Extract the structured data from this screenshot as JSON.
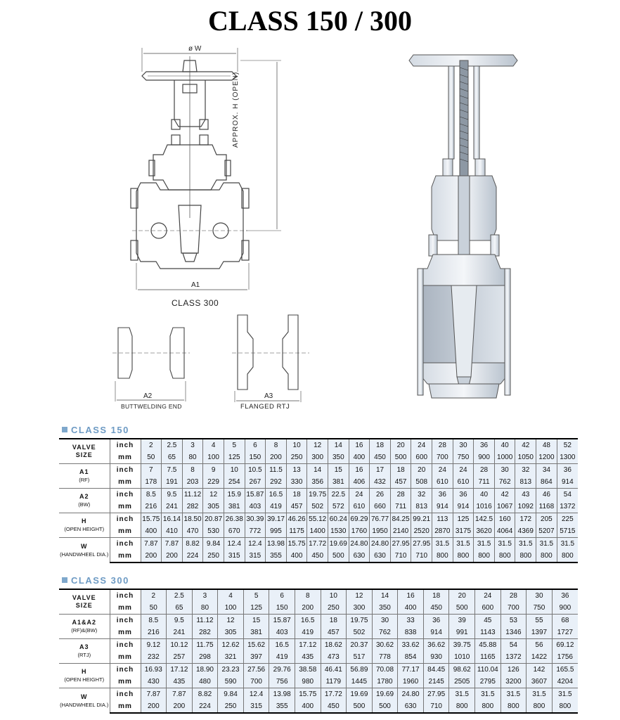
{
  "title": "CLASS 150 / 300",
  "drawing": {
    "dim_w": "ø W",
    "dim_h": "APPROX. H (OPEN)",
    "dim_a1": "A1",
    "caption_class300": "CLASS 300",
    "dim_a2": "A2",
    "caption_bw": "BUTTWELDING END",
    "dim_a3": "A3",
    "caption_rtj": "FLANGED RTJ"
  },
  "class150": {
    "heading": "CLASS 150",
    "groups": [
      {
        "label": "VALVE",
        "sub": "SIZE",
        "rows": [
          {
            "unit": "inch",
            "values": [
              "2",
              "2.5",
              "3",
              "4",
              "5",
              "6",
              "8",
              "10",
              "12",
              "14",
              "16",
              "18",
              "20",
              "24",
              "28",
              "30",
              "36",
              "40",
              "42",
              "48",
              "52"
            ]
          },
          {
            "unit": "mm",
            "values": [
              "50",
              "65",
              "80",
              "100",
              "125",
              "150",
              "200",
              "250",
              "300",
              "350",
              "400",
              "450",
              "500",
              "600",
              "700",
              "750",
              "900",
              "1000",
              "1050",
              "1200",
              "1300"
            ]
          }
        ]
      },
      {
        "label": "A1",
        "sub": "(RF)",
        "rows": [
          {
            "unit": "inch",
            "values": [
              "7",
              "7.5",
              "8",
              "9",
              "10",
              "10.5",
              "11.5",
              "13",
              "14",
              "15",
              "16",
              "17",
              "18",
              "20",
              "24",
              "24",
              "28",
              "30",
              "32",
              "34",
              "36"
            ]
          },
          {
            "unit": "mm",
            "values": [
              "178",
              "191",
              "203",
              "229",
              "254",
              "267",
              "292",
              "330",
              "356",
              "381",
              "406",
              "432",
              "457",
              "508",
              "610",
              "610",
              "711",
              "762",
              "813",
              "864",
              "914"
            ]
          }
        ]
      },
      {
        "label": "A2",
        "sub": "(BW)",
        "rows": [
          {
            "unit": "inch",
            "values": [
              "8.5",
              "9.5",
              "11.12",
              "12",
              "15.9",
              "15.87",
              "16.5",
              "18",
              "19.75",
              "22.5",
              "24",
              "26",
              "28",
              "32",
              "36",
              "36",
              "40",
              "42",
              "43",
              "46",
              "54"
            ]
          },
          {
            "unit": "mm",
            "values": [
              "216",
              "241",
              "282",
              "305",
              "381",
              "403",
              "419",
              "457",
              "502",
              "572",
              "610",
              "660",
              "711",
              "813",
              "914",
              "914",
              "1016",
              "1067",
              "1092",
              "1168",
              "1372"
            ]
          }
        ]
      },
      {
        "label": "H",
        "sub": "(OPEN HEIGHT)",
        "rows": [
          {
            "unit": "inch",
            "values": [
              "15.75",
              "16.14",
              "18.50",
              "20.87",
              "26.38",
              "30.39",
              "39.17",
              "46.26",
              "55.12",
              "60.24",
              "69.29",
              "76.77",
              "84.25",
              "99.21",
              "113",
              "125",
              "142.5",
              "160",
              "172",
              "205",
              "225"
            ]
          },
          {
            "unit": "mm",
            "values": [
              "400",
              "410",
              "470",
              "530",
              "670",
              "772",
              "995",
              "1175",
              "1400",
              "1530",
              "1760",
              "1950",
              "2140",
              "2520",
              "2870",
              "3175",
              "3620",
              "4064",
              "4369",
              "5207",
              "5715"
            ]
          }
        ]
      },
      {
        "label": "W",
        "sub": "(HANDWHEEL DIA.)",
        "rows": [
          {
            "unit": "inch",
            "values": [
              "7.87",
              "7.87",
              "8.82",
              "9.84",
              "12.4",
              "12.4",
              "13.98",
              "15.75",
              "17.72",
              "19.69",
              "24.80",
              "24.80",
              "27.95",
              "27.95",
              "31.5",
              "31.5",
              "31.5",
              "31.5",
              "31.5",
              "31.5",
              "31.5"
            ]
          },
          {
            "unit": "mm",
            "values": [
              "200",
              "200",
              "224",
              "250",
              "315",
              "315",
              "355",
              "400",
              "450",
              "500",
              "630",
              "630",
              "710",
              "710",
              "800",
              "800",
              "800",
              "800",
              "800",
              "800",
              "800"
            ]
          }
        ]
      }
    ]
  },
  "class300": {
    "heading": "CLASS 300",
    "groups": [
      {
        "label": "VALVE",
        "sub": "SIZE",
        "rows": [
          {
            "unit": "inch",
            "values": [
              "2",
              "2.5",
              "3",
              "4",
              "5",
              "6",
              "8",
              "10",
              "12",
              "14",
              "16",
              "18",
              "20",
              "24",
              "28",
              "30",
              "36"
            ]
          },
          {
            "unit": "mm",
            "values": [
              "50",
              "65",
              "80",
              "100",
              "125",
              "150",
              "200",
              "250",
              "300",
              "350",
              "400",
              "450",
              "500",
              "600",
              "700",
              "750",
              "900"
            ]
          }
        ]
      },
      {
        "label": "A1&A2",
        "sub": "(RF)&(BW)",
        "rows": [
          {
            "unit": "inch",
            "values": [
              "8.5",
              "9.5",
              "11.12",
              "12",
              "15",
              "15.87",
              "16.5",
              "18",
              "19.75",
              "30",
              "33",
              "36",
              "39",
              "45",
              "53",
              "55",
              "68"
            ]
          },
          {
            "unit": "mm",
            "values": [
              "216",
              "241",
              "282",
              "305",
              "381",
              "403",
              "419",
              "457",
              "502",
              "762",
              "838",
              "914",
              "991",
              "1143",
              "1346",
              "1397",
              "1727"
            ]
          }
        ]
      },
      {
        "label": "A3",
        "sub": "(RTJ)",
        "rows": [
          {
            "unit": "inch",
            "values": [
              "9.12",
              "10.12",
              "11.75",
              "12.62",
              "15.62",
              "16.5",
              "17.12",
              "18.62",
              "20.37",
              "30.62",
              "33.62",
              "36.62",
              "39.75",
              "45.88",
              "54",
              "56",
              "69.12"
            ]
          },
          {
            "unit": "mm",
            "values": [
              "232",
              "257",
              "298",
              "321",
              "397",
              "419",
              "435",
              "473",
              "517",
              "778",
              "854",
              "930",
              "1010",
              "1165",
              "1372",
              "1422",
              "1756"
            ]
          }
        ]
      },
      {
        "label": "H",
        "sub": "(OPEN HEIGHT)",
        "rows": [
          {
            "unit": "inch",
            "values": [
              "16.93",
              "17.12",
              "18.90",
              "23.23",
              "27.56",
              "29.76",
              "38.58",
              "46.41",
              "56.89",
              "70.08",
              "77.17",
              "84.45",
              "98.62",
              "110.04",
              "126",
              "142",
              "165.5"
            ]
          },
          {
            "unit": "mm",
            "values": [
              "430",
              "435",
              "480",
              "590",
              "700",
              "756",
              "980",
              "1179",
              "1445",
              "1780",
              "1960",
              "2145",
              "2505",
              "2795",
              "3200",
              "3607",
              "4204"
            ]
          }
        ]
      },
      {
        "label": "W",
        "sub": "(HANDWHEEL DIA.)",
        "rows": [
          {
            "unit": "inch",
            "values": [
              "7.87",
              "7.87",
              "8.82",
              "9.84",
              "12.4",
              "13.98",
              "15.75",
              "17.72",
              "19.69",
              "19.69",
              "24.80",
              "27.95",
              "31.5",
              "31.5",
              "31.5",
              "31.5",
              "31.5"
            ]
          },
          {
            "unit": "mm",
            "values": [
              "200",
              "200",
              "224",
              "250",
              "315",
              "355",
              "400",
              "450",
              "500",
              "500",
              "630",
              "710",
              "800",
              "800",
              "800",
              "800",
              "800"
            ]
          }
        ]
      }
    ]
  }
}
